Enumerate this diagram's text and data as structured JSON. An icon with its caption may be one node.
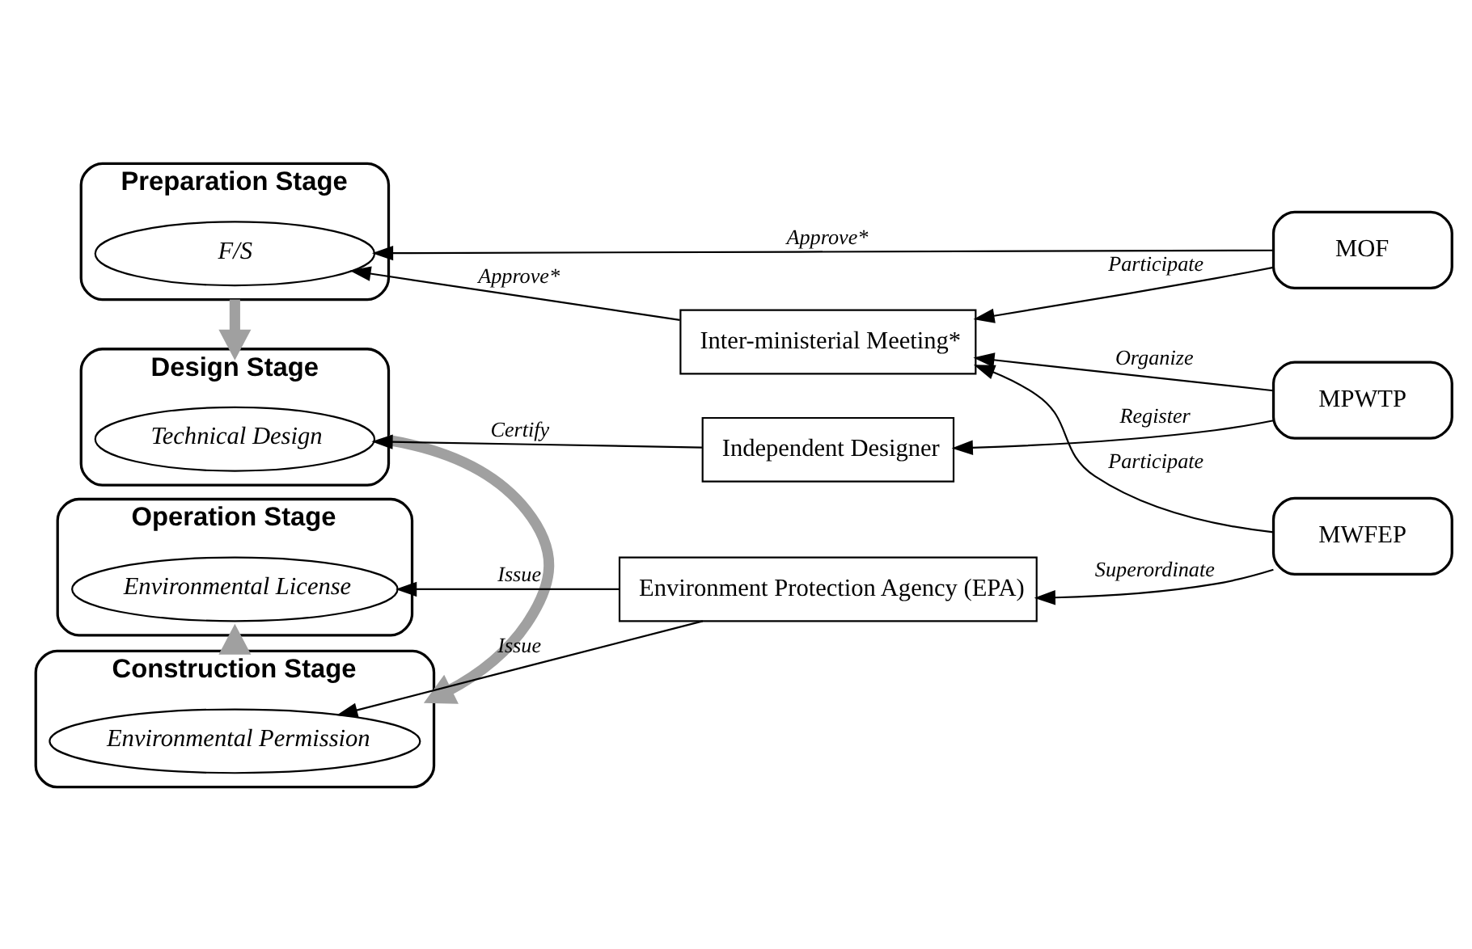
{
  "diagram": {
    "nodes": [
      {
        "text": [
          "Preparation Stage"
        ]
      },
      {
        "text": [
          "F/S"
        ],
        "in": 0
      },
      {
        "text": [
          "Design Stage"
        ]
      },
      {
        "text": [
          "Technical Design"
        ],
        "in": 2
      },
      {
        "text": [
          "Construction Stage"
        ]
      },
      {
        "text": [
          "Environmental Permission"
        ],
        "in": 4
      },
      {
        "text": [
          "Operation Stage"
        ]
      },
      {
        "text": [
          "Environmental License"
        ],
        "in": 6
      },
      {
        "text": [
          "Inter-ministerial Meeting*"
        ]
      },
      {
        "text": [
          "Independent Designer"
        ]
      },
      {
        "text": [
          "Environment Protection Agency (EPA)"
        ]
      },
      {
        "text": [
          "MOF"
        ]
      },
      {
        "text": [
          "MPWTP"
        ]
      },
      {
        "text": [
          "MWFEP"
        ]
      }
    ],
    "edges": [
      {
        "from": 0,
        "to": 2,
        "arrow": "to",
        "style": "thick",
        "color": "#a0a0a0"
      },
      {
        "from": 2,
        "to": 4,
        "arrow": "to",
        "style": "thick",
        "color": "#a0a0a0"
      },
      {
        "from": 4,
        "to": 6,
        "arrow": "to",
        "style": "thick",
        "color": "#a0a0a0"
      },
      {
        "from": 11,
        "to": 1,
        "label": "Approve*",
        "arrow": "to"
      },
      {
        "from": 8,
        "to": 1,
        "label": "Approve*",
        "arrow": "to"
      },
      {
        "from": 11,
        "to": 8,
        "label": "Participate",
        "arrow": "to"
      },
      {
        "from": 13,
        "to": 8,
        "label": "Participate",
        "arrow": "to"
      },
      {
        "from": 12,
        "to": 8,
        "label": "Organize",
        "arrow": "to"
      },
      {
        "from": 12,
        "to": 9,
        "label": "Register",
        "arrow": "to"
      },
      {
        "from": 9,
        "to": 3,
        "label": "Certify",
        "arrow": "to"
      },
      {
        "from": 10,
        "to": 5,
        "label": "Issue",
        "arrow": "to"
      },
      {
        "from": 10,
        "to": 7,
        "label": "Issue",
        "arrow": "to"
      },
      {
        "from": 13,
        "to": 10,
        "label": "Superordinate",
        "arrow": "to"
      }
    ]
  }
}
